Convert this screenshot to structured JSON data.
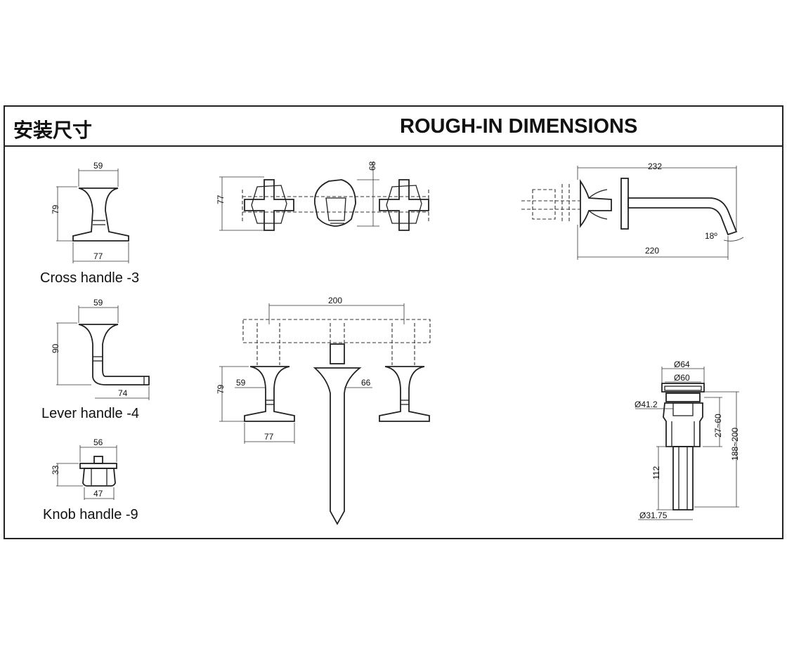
{
  "header": {
    "title_cn": "安装尺寸",
    "title_en": "ROUGH-IN DIMENSIONS"
  },
  "handles": {
    "cross": {
      "caption": "Cross handle -3",
      "width_top": "59",
      "height": "79",
      "width_base": "77"
    },
    "lever": {
      "caption": "Lever handle -4",
      "width_top": "59",
      "height": "90",
      "lever_length": "74"
    },
    "knob": {
      "caption": "Knob handle -9",
      "width_top": "56",
      "height": "33",
      "width_base": "47"
    }
  },
  "top_view": {
    "height": "77",
    "spout_height": "68"
  },
  "side_view": {
    "overall_length": "232",
    "spout_length": "220",
    "angle": "18º"
  },
  "front_view": {
    "center_spacing": "200",
    "height": "79",
    "handle_width": "59",
    "spout_width": "66",
    "base_width": "77"
  },
  "drain": {
    "outer_diameter": "Ø64",
    "flange_diameter": "Ø60",
    "body_diameter": "Ø41.2",
    "pipe_diameter": "Ø31.75",
    "pipe_length": "112",
    "adjust_range": "27~60",
    "total_range": "188~200"
  }
}
